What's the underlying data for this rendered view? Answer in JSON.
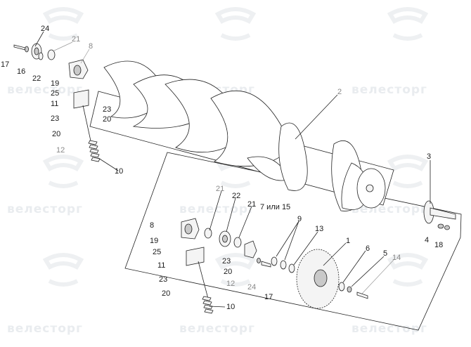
{
  "watermark": "велесторг",
  "labels": [
    {
      "id": "l24a",
      "text": "24"
    },
    {
      "id": "l21a",
      "text": "21"
    },
    {
      "id": "l8a",
      "text": "8"
    },
    {
      "id": "l17a",
      "text": "17"
    },
    {
      "id": "l16",
      "text": "16"
    },
    {
      "id": "l22a",
      "text": "22"
    },
    {
      "id": "l19a",
      "text": "19"
    },
    {
      "id": "l25a",
      "text": "25"
    },
    {
      "id": "l11a",
      "text": "11"
    },
    {
      "id": "l23a",
      "text": "23"
    },
    {
      "id": "l23b",
      "text": "23"
    },
    {
      "id": "l20a",
      "text": "20"
    },
    {
      "id": "l20b",
      "text": "20"
    },
    {
      "id": "l12a",
      "text": "12"
    },
    {
      "id": "l10a",
      "text": "10"
    },
    {
      "id": "l2",
      "text": "2"
    },
    {
      "id": "l3",
      "text": "3"
    },
    {
      "id": "l4",
      "text": "4"
    },
    {
      "id": "l18",
      "text": "18"
    },
    {
      "id": "l21b",
      "text": "21"
    },
    {
      "id": "l22b",
      "text": "22"
    },
    {
      "id": "l21c",
      "text": "21"
    },
    {
      "id": "l7",
      "text": "7 или 15"
    },
    {
      "id": "l9",
      "text": "9"
    },
    {
      "id": "l13",
      "text": "13"
    },
    {
      "id": "l1",
      "text": "1"
    },
    {
      "id": "l6",
      "text": "6"
    },
    {
      "id": "l5",
      "text": "5"
    },
    {
      "id": "l14",
      "text": "14"
    },
    {
      "id": "l8b",
      "text": "8"
    },
    {
      "id": "l19b",
      "text": "19"
    },
    {
      "id": "l25b",
      "text": "25"
    },
    {
      "id": "l11b",
      "text": "11"
    },
    {
      "id": "l23c",
      "text": "23"
    },
    {
      "id": "l20c",
      "text": "20"
    },
    {
      "id": "l23d",
      "text": "23"
    },
    {
      "id": "l20d",
      "text": "20"
    },
    {
      "id": "l12b",
      "text": "12"
    },
    {
      "id": "l24b",
      "text": "24"
    },
    {
      "id": "l17b",
      "text": "17"
    },
    {
      "id": "l10b",
      "text": "10"
    }
  ]
}
